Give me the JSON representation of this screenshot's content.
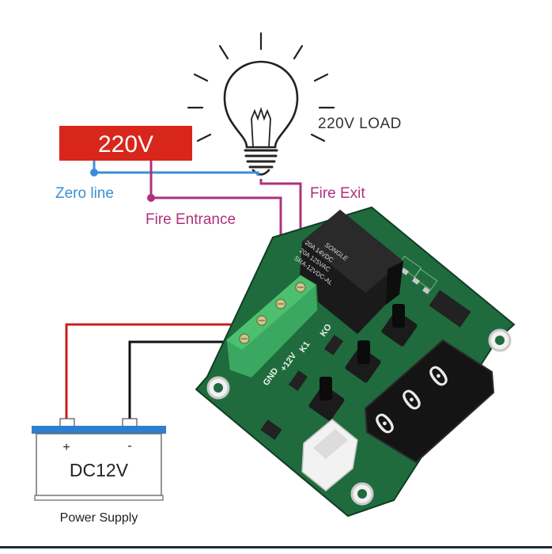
{
  "source_label": "220V",
  "load_label": "220V LOAD",
  "wires": {
    "zero_line": "Zero line",
    "fire_entrance": "Fire Entrance",
    "fire_exit": "Fire Exit"
  },
  "relay": {
    "brand": "SONGLE",
    "rating_1": "20A 14VDC",
    "rating_2": "20A 125VAC",
    "model": "SRA-12VDC-AL"
  },
  "board": {
    "terminal_labels": [
      "GND",
      "+12V",
      "K1"
    ],
    "ko_label": "KO",
    "display_digits": [
      "0",
      "0",
      "0"
    ]
  },
  "power_supply": {
    "plus": "+",
    "minus": "-",
    "voltage": "DC12V",
    "caption": "Power Supply"
  },
  "colors": {
    "source_box": "#d9261c",
    "zero_line_wire": "#3a8fd6",
    "fire_wire": "#b0307e",
    "dc_plus_wire": "#c8201e",
    "dc_minus_wire": "#111111",
    "pcb": "#1f6b3e",
    "terminal_block": "#3aa860",
    "relay": "#1a1a1a",
    "battery_bar": "#2d7fcf"
  },
  "icons": [
    "light-bulb-icon",
    "relay-icon",
    "push-button-icon",
    "seven-segment-display-icon"
  ]
}
